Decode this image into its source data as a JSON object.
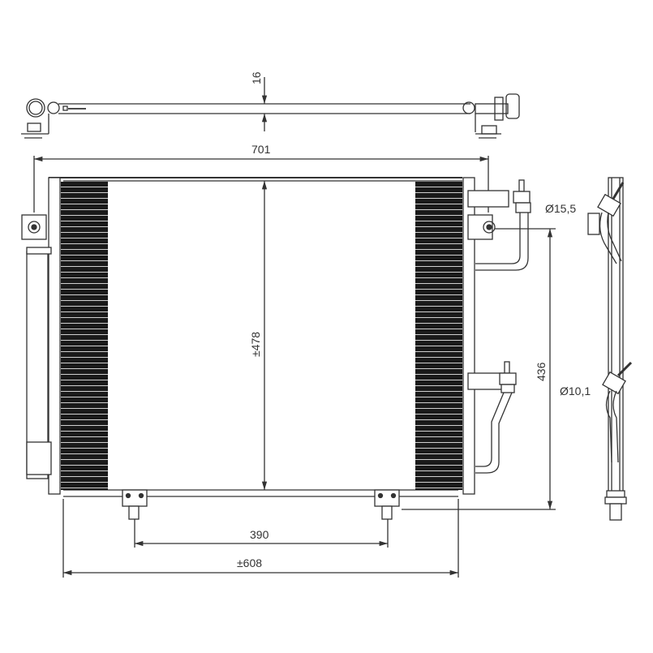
{
  "diagram": {
    "subject": "A/C condenser technical drawing",
    "views": [
      "top-view",
      "front-view",
      "side-view"
    ],
    "dimensions": {
      "top_thickness": "16",
      "overall_width": "701",
      "core_height": "±478",
      "port_spacing_height": "436",
      "mount_spacing": "390",
      "core_width": "±608",
      "inlet_diameter": "Ø15,5",
      "outlet_diameter": "Ø10,1"
    },
    "colors": {
      "line": "#333333",
      "fin_fill": "#1a1a1a",
      "background": "#ffffff"
    }
  }
}
